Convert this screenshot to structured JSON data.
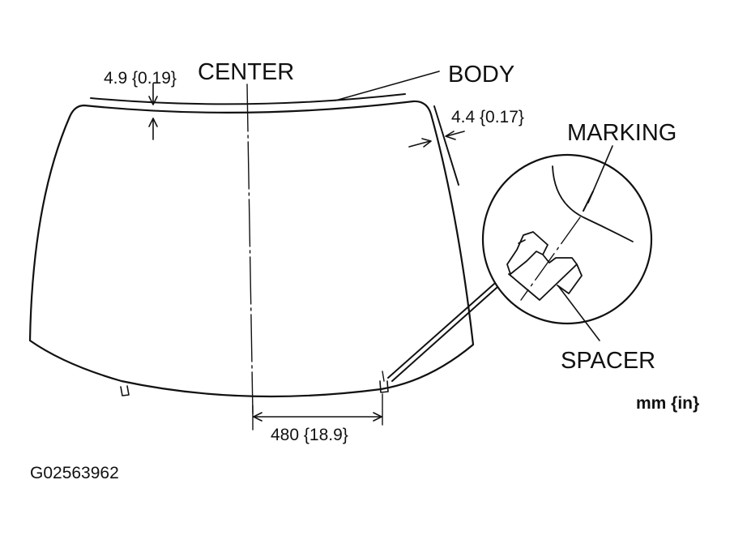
{
  "labels": {
    "center": "CENTER",
    "body": "BODY",
    "marking": "MARKING",
    "spacer": "SPACER",
    "top_gap": "4.9 {0.19}",
    "side_gap": "4.4 {0.17}",
    "spacer_offset": "480 {18.9}",
    "units": "mm {in}",
    "figure_id": "G02563962"
  },
  "colors": {
    "line": "#111111",
    "background": "#ffffff"
  }
}
